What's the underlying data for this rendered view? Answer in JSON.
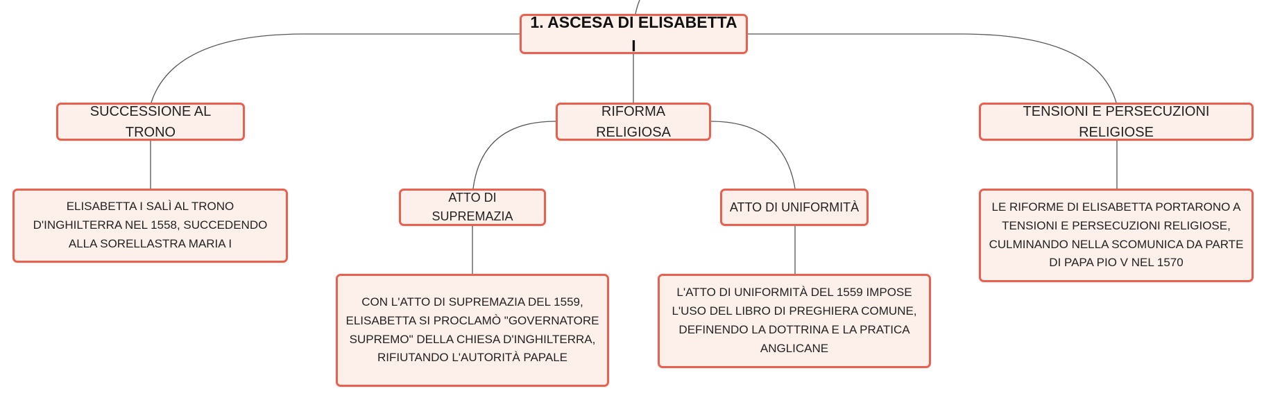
{
  "colors": {
    "node_fill": "#fdf0eb",
    "node_border": "#e8604f",
    "connector": "#555555",
    "text": "#222222"
  },
  "root": {
    "label": "1. ASCESA DI ELISABETTA I"
  },
  "branches": {
    "succession": {
      "label": "SUCCESSIONE AL TRONO",
      "detail": "ELISABETTA I SALÌ AL TRONO D'INGHILTERRA NEL 1558, SUCCEDENDO ALLA SORELLASTRA MARIA I"
    },
    "reform": {
      "label": "RIFORMA RELIGIOSA",
      "supremacy": {
        "label": "ATTO DI SUPREMAZIA",
        "detail": "CON L'ATTO DI SUPREMAZIA DEL 1559, ELISABETTA SI PROCLAMÒ \"GOVERNATORE SUPREMO\" DELLA CHIESA D'INGHILTERRA, RIFIUTANDO L'AUTORITÀ PAPALE"
      },
      "uniformity": {
        "label": "ATTO DI UNIFORMITÀ",
        "detail": "L'ATTO DI UNIFORMITÀ DEL 1559 IMPOSE L'USO DEL LIBRO DI PREGHIERA COMUNE, DEFINENDO LA DOTTRINA E LA PRATICA ANGLICANE"
      }
    },
    "tensions": {
      "label": "TENSIONI E PERSECUZIONI RELIGIOSE",
      "detail": "LE RIFORME DI ELISABETTA PORTARONO A TENSIONI E PERSECUZIONI RELIGIOSE, CULMINANDO NELLA SCOMUNICA DA PARTE DI PAPA PIO V NEL 1570"
    }
  }
}
